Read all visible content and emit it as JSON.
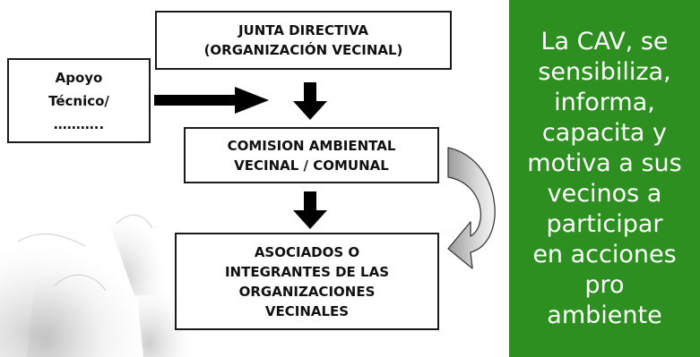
{
  "boxes": {
    "top": "JUNTA DIRECTIVA\n(ORGANIZACIÓN VECINAL)",
    "support": "Apoyo\nTécnico/\n………..",
    "middle": "COMISION AMBIENTAL\nVECINAL / COMUNAL",
    "bottom": "ASOCIADOS O\nINTEGRANTES DE LAS\nORGANIZACIONES\nVECINALES"
  },
  "side_panel": {
    "text": "La CAV, se\nsensibiliza,\ninforma,\ncapacita y\nmotiva a sus\nvecinos a\nparticipar\nen acciones\npro\nambiente",
    "background": "#2e8f21",
    "text_color": "#ffffff"
  },
  "icons": {
    "background": "llama-silhouette-icon",
    "right_arrow": "arrow-right-icon",
    "down_arrows": "arrow-down-icon",
    "curved_arrow": "curved-arrow-icon"
  }
}
